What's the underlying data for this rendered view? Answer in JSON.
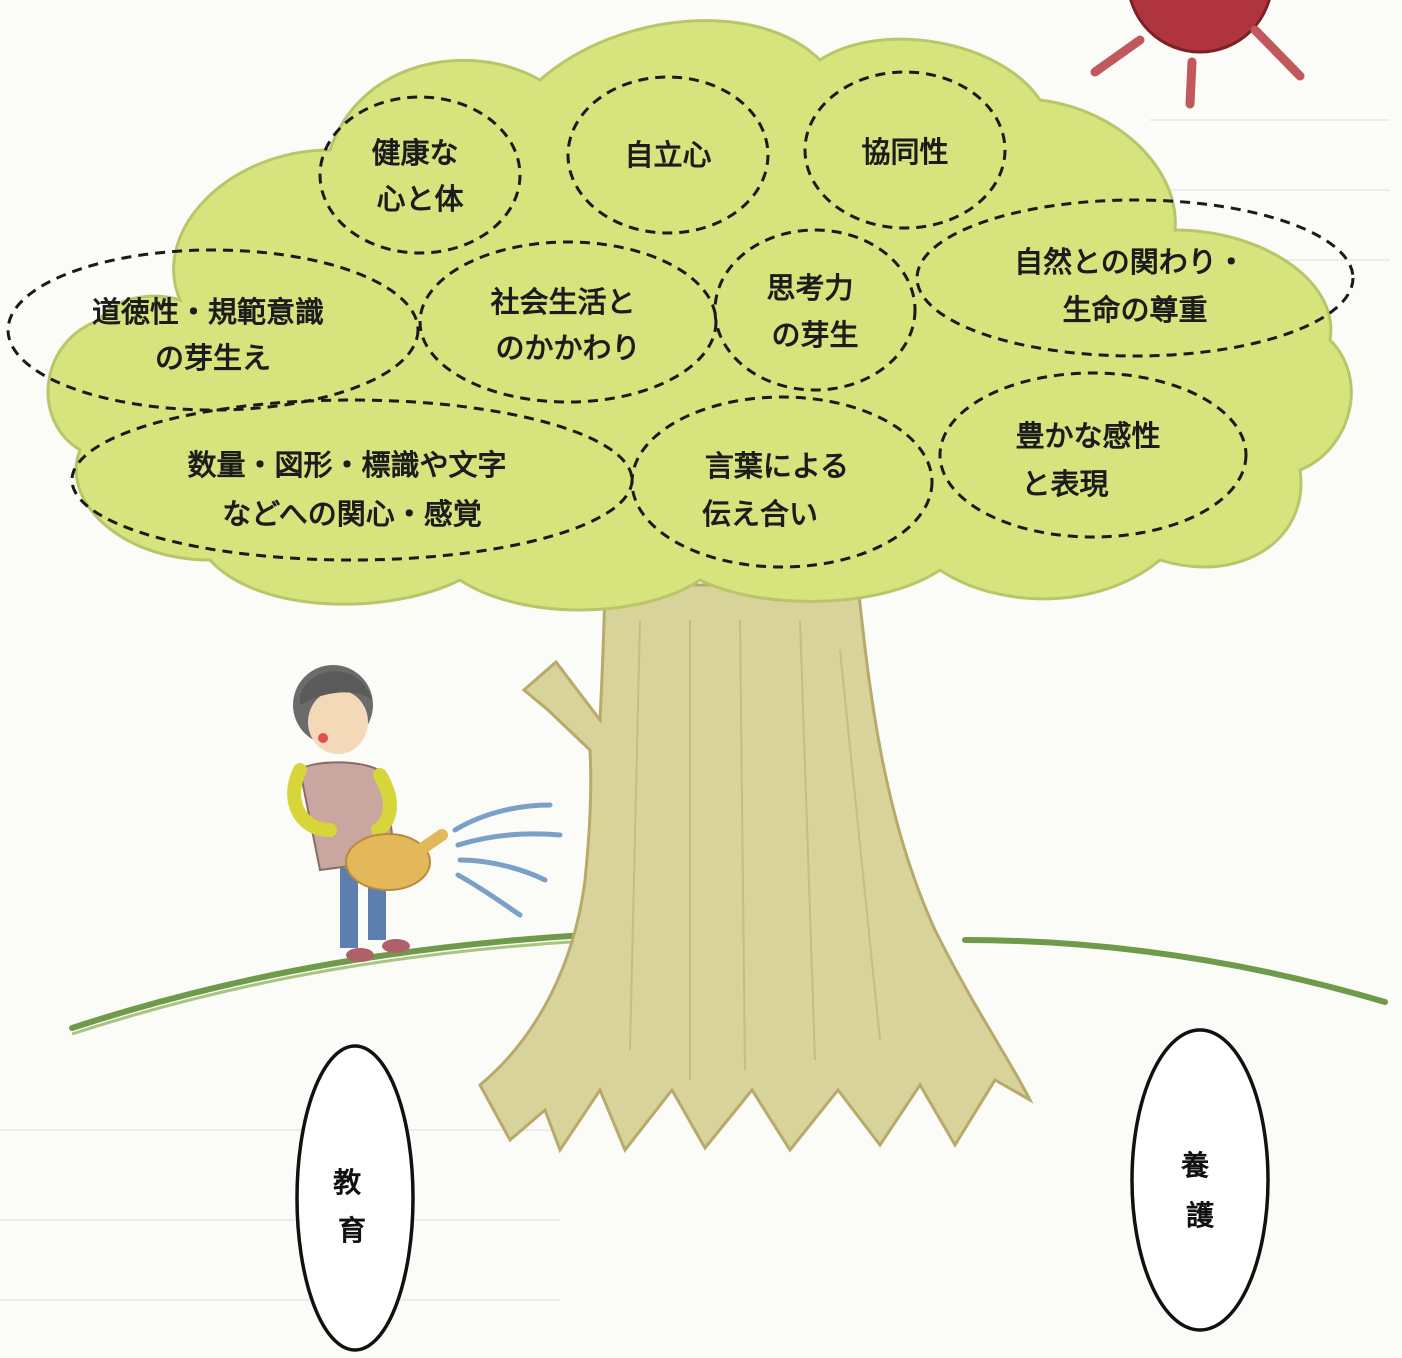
{
  "foundation": {
    "education": [
      "教",
      "育"
    ],
    "care": [
      "養",
      "護"
    ]
  },
  "canopy_items": [
    {
      "id": "health",
      "lines": [
        "健康な",
        "心と体"
      ]
    },
    {
      "id": "independence",
      "lines": [
        "自立心"
      ]
    },
    {
      "id": "cooperation",
      "lines": [
        "協同性"
      ]
    },
    {
      "id": "morality",
      "lines": [
        "道徳性・規範意識",
        "の芽生え"
      ]
    },
    {
      "id": "society",
      "lines": [
        "社会生活と",
        "のかかわり"
      ]
    },
    {
      "id": "thinking",
      "lines": [
        "思考力",
        "の芽生"
      ]
    },
    {
      "id": "nature",
      "lines": [
        "自然との関わり・",
        "生命の尊重"
      ]
    },
    {
      "id": "numbers",
      "lines": [
        "数量・図形・標識や文字",
        "などへの関心・感覚"
      ]
    },
    {
      "id": "language",
      "lines": [
        "言葉による",
        "伝え合い"
      ]
    },
    {
      "id": "sensitivity",
      "lines": [
        "豊かな感性",
        "と表現"
      ]
    }
  ],
  "colors": {
    "canopy": "#d7e37c",
    "trunk": "#d8d39a",
    "ground": "#6f9a4a",
    "sun": "#b0343d"
  }
}
